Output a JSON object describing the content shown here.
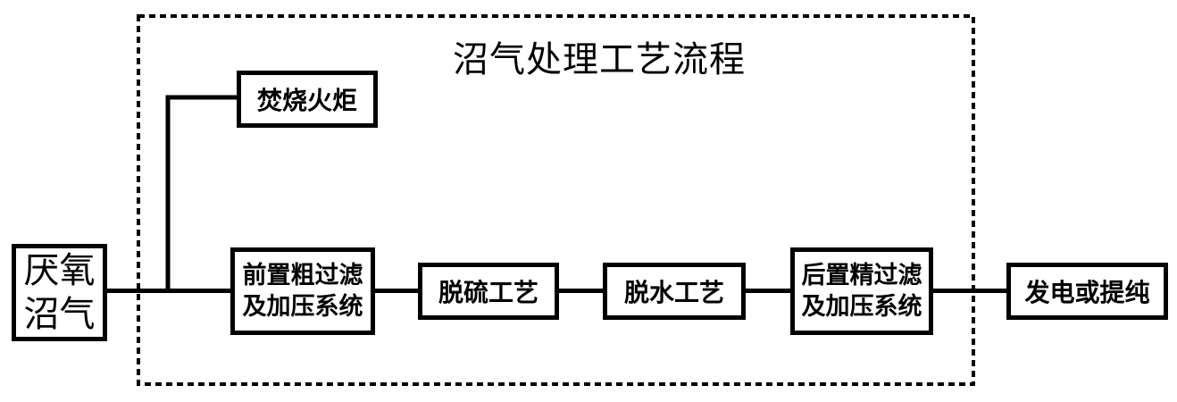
{
  "diagram": {
    "title": "沼气处理工艺流程",
    "nodes": {
      "source": {
        "label_line1": "厌氧",
        "label_line2": "沼气"
      },
      "torch": {
        "label": "焚烧火炬"
      },
      "pre_filter": {
        "label_line1": "前置粗过滤",
        "label_line2": "及加压系统"
      },
      "desulfurization": {
        "label": "脱硫工艺"
      },
      "dewatering": {
        "label": "脱水工艺"
      },
      "post_filter": {
        "label_line1": "后置精过滤",
        "label_line2": "及加压系统"
      },
      "output": {
        "label": "发电或提纯"
      }
    },
    "flow_order": [
      "厌氧沼气",
      "前置粗过滤及加压系统",
      "脱硫工艺",
      "脱水工艺",
      "后置精过滤及加压系统",
      "发电或提纯"
    ],
    "branch": {
      "from": "主管线",
      "to": "焚烧火炬"
    },
    "colors": {
      "line": "#000000",
      "background": "#ffffff",
      "box_background": "#ffffff",
      "text": "#000000"
    }
  }
}
